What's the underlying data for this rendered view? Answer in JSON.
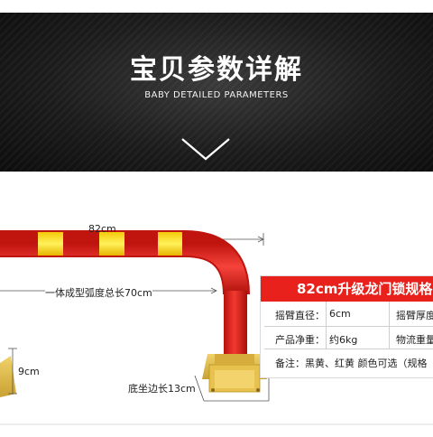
{
  "banner": {
    "title": "宝贝参数详解",
    "subtitle": "BABY DETAILED PARAMETERS",
    "chevron_icon": "chevron-down-icon"
  },
  "diagram": {
    "width_label": "82cm",
    "arc_label": "一体成型弧度总长70cm",
    "height_label": "9cm",
    "base_label": "底坐边长13cm",
    "colors": {
      "red": "#e8211c",
      "yellow": "#f7e01b",
      "base": "#e6c14a"
    }
  },
  "spec": {
    "title": "82cm升级龙门锁规格",
    "rows": [
      {
        "k1": "摇臂直径：",
        "v1": "6cm",
        "k2": "摇臂厚度"
      },
      {
        "k1": "产品净重：",
        "v1": "约6kg",
        "k2": "物流重量"
      },
      {
        "note": "备注：黑黄、红黄  颜色可选（规格"
      }
    ]
  }
}
